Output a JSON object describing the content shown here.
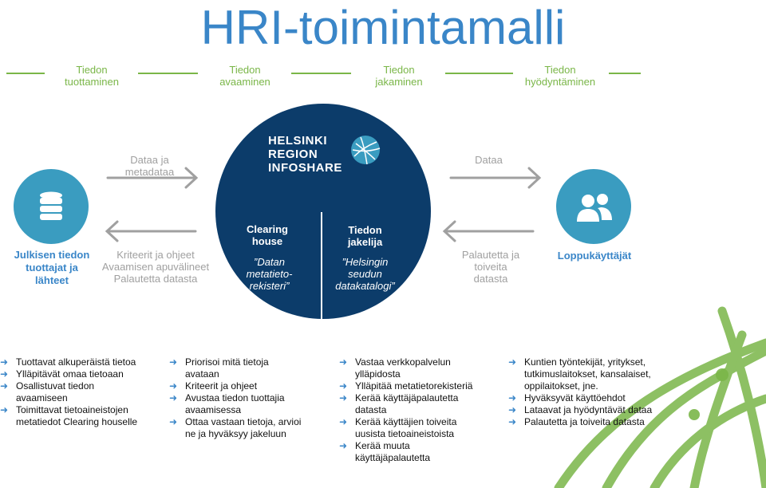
{
  "title": "HRI-toimintamalli",
  "phases": [
    {
      "line1": "Tiedon",
      "line2": "tuottaminen"
    },
    {
      "line1": "Tiedon",
      "line2": "avaaminen"
    },
    {
      "line1": "Tiedon",
      "line2": "jakaminen"
    },
    {
      "line1": "Tiedon",
      "line2": "hyödyntäminen"
    }
  ],
  "left_actor": {
    "l1": "Julkisen tiedon",
    "l2": "tuottajat ja",
    "l3": "lähteet",
    "icon": "database-icon"
  },
  "right_actor": {
    "label": "Loppukäyttäjät",
    "icon": "users-icon"
  },
  "flows": {
    "top_left": {
      "l1": "Dataa ja",
      "l2": "metadataa"
    },
    "top_right": {
      "l1": "Dataa"
    },
    "bottom_left": {
      "l1": "Kriteerit ja ohjeet",
      "l2": "Avaamisen apuvälineet",
      "l3": "Palautetta datasta"
    },
    "bottom_right": {
      "l1": "Palautetta ja",
      "l2": "toiveita",
      "l3": "datasta"
    }
  },
  "center": {
    "logo": {
      "l1": "HELSINKI",
      "l2": "REGION",
      "l3": "INFOSHARE"
    },
    "left": {
      "h1": "Clearing",
      "h2": "house",
      "q1": "”Datan",
      "q2": "metatieto-",
      "q3": "rekisteri”"
    },
    "right": {
      "h1": "Tiedon",
      "h2": "jakelija",
      "q1": "”Helsingin",
      "q2": "seudun",
      "q3": "datakatalogi”"
    }
  },
  "columns": [
    [
      "Tuottavat alkuperäistä tietoa",
      "Ylläpitävät omaa tietoaan",
      "Osallistuvat tiedon avaamiseen",
      "Toimittavat tietoaineistojen metatiedot Clearing houselle"
    ],
    [
      "Priorisoi mitä tietoja avataan",
      "Kriteerit ja ohjeet",
      "Avustaa tiedon tuottajia avaamisessa",
      "Ottaa vastaan tietoja, arvioi  ne  ja hyväksyy jakeluun"
    ],
    [
      "Vastaa verkkopalvelun ylläpidosta",
      "Ylläpitää metatietorekisteriä",
      "Kerää käyttäjäpalautetta datasta",
      "Kerää käyttäjien toiveita uusista tietoaineistoista",
      "Kerää muuta käyttäjäpalautetta"
    ],
    [
      "Kuntien työntekijät, yritykset, tutkimuslaitokset, kansalaiset, oppilaitokset, jne.",
      "Hyväksyvät käyttöehdot",
      "Lataavat  ja hyödyntävät dataa",
      "Palautetta ja toiveita datasta"
    ]
  ],
  "colors": {
    "blue": "#3a86c8",
    "green": "#7ab648",
    "navy": "#0c3c6a",
    "gray": "#a0a0a0",
    "teal": "#3a9cc0"
  }
}
